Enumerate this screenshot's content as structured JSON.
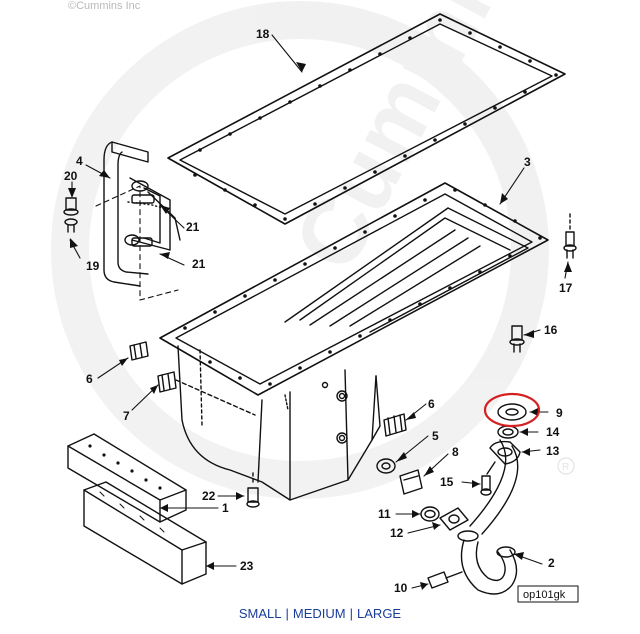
{
  "copyright": "©Cummins Inc",
  "watermark": "Cummins",
  "figure_ref": "op101gk",
  "highlight_color": "#d42020",
  "callouts": {
    "c18": "18",
    "c3": "3",
    "c4": "4",
    "c20": "20",
    "c19": "19",
    "c21a": "21",
    "c21b": "21",
    "c17": "17",
    "c16": "16",
    "c6a": "6",
    "c7": "7",
    "c9": "9",
    "c6b": "6",
    "c14": "14",
    "c5": "5",
    "c13": "13",
    "c8": "8",
    "c15": "15",
    "c22": "22",
    "c1": "1",
    "c11": "11",
    "c2": "2",
    "c12": "12",
    "c23": "23",
    "c10": "10"
  },
  "size_links": {
    "small": "SMALL",
    "medium": "MEDIUM",
    "large": "LARGE",
    "separator": "|"
  }
}
